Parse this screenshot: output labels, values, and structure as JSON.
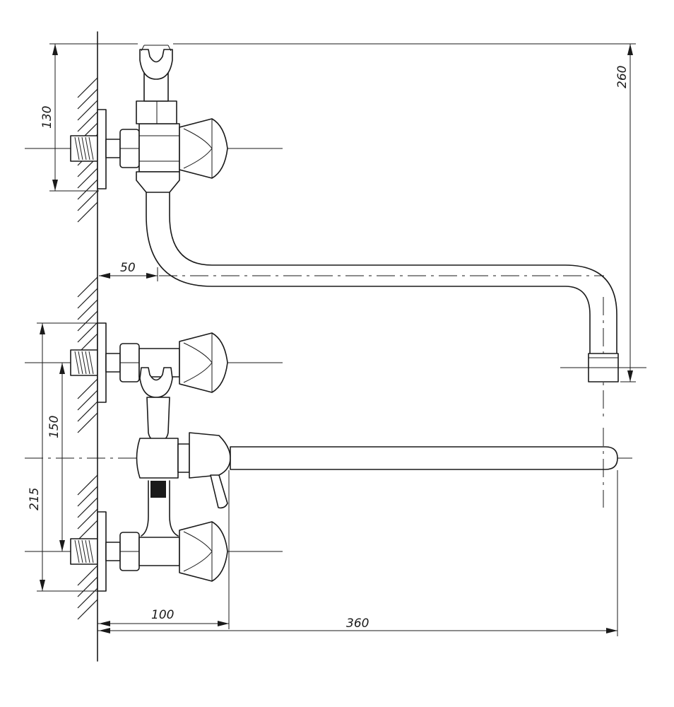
{
  "dimensions": {
    "top_fitting_height": "130",
    "spout_height": "260",
    "lower_spout_offset": "50",
    "inlet_spacing": "150",
    "lower_spout_height": "215",
    "handle_reach": "100",
    "spout_reach": "360"
  },
  "colors": {
    "line": "#1a1a1a",
    "background": "#ffffff"
  }
}
